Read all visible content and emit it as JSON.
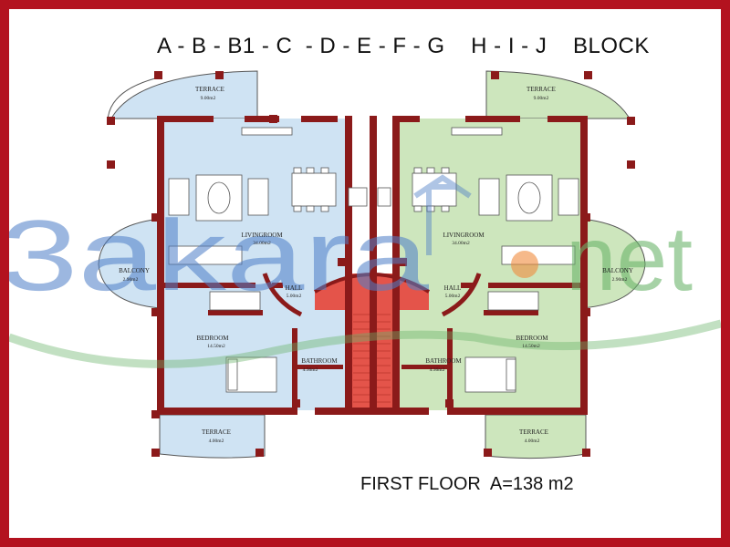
{
  "title": "A - B - B1 - C  - D - E - F - G    H - I - J    BLOCK",
  "floor_caption": "FIRST FLOOR  A=138 m2",
  "watermark": {
    "left": "3akara",
    "right": "net",
    "colors": {
      "blue": "#4f7fc7",
      "green": "#6ab46a",
      "orange": "#f08b3c"
    }
  },
  "colors": {
    "frame": "#b3121f",
    "wall": "#8b1a1a",
    "left_unit_fill": "#cfe3f3",
    "right_unit_fill": "#cde6bd",
    "stair_fill": "#e4544a"
  },
  "rooms": {
    "left": {
      "terrace_top": {
        "name": "TERRACE",
        "area": "9.00m2"
      },
      "livingroom": {
        "name": "LIVINGROOM",
        "area": "34.00m2"
      },
      "balcony": {
        "name": "BALCONY",
        "area": "2.90m2"
      },
      "hall": {
        "name": "HALL",
        "area": "5.00m2"
      },
      "bedroom": {
        "name": "BEDROOM",
        "area": "14.50m2"
      },
      "bathroom": {
        "name": "BATHROOM",
        "area": "4.36m2"
      },
      "terrace_bottom": {
        "name": "TERRACE",
        "area": "4.00m2"
      }
    },
    "right": {
      "terrace_top": {
        "name": "TERRACE",
        "area": "9.00m2"
      },
      "livingroom": {
        "name": "LIVINGROOM",
        "area": "34.00m2"
      },
      "balcony": {
        "name": "BALCONY",
        "area": "2.90m2"
      },
      "hall": {
        "name": "HALL",
        "area": "5.00m2"
      },
      "bedroom": {
        "name": "BEDROOM",
        "area": "14.50m2"
      },
      "bathroom": {
        "name": "BATHROOM",
        "area": "4.36m2"
      },
      "terrace_bottom": {
        "name": "TERRACE",
        "area": "4.00m2"
      }
    }
  }
}
